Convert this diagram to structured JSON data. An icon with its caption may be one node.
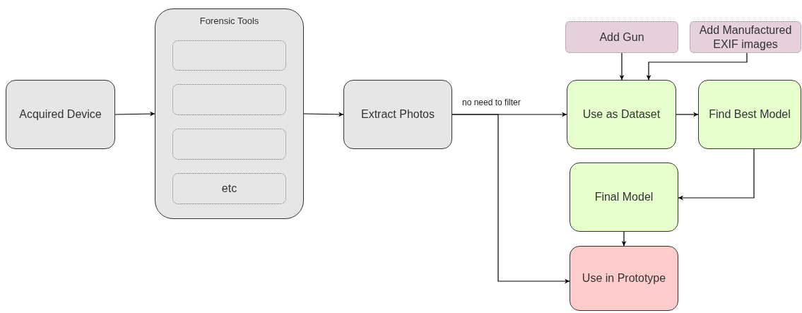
{
  "diagram": {
    "nodes": [
      {
        "text": [
          "Acquired Device"
        ]
      },
      {
        "text": [
          "Forensic Tools"
        ]
      },
      {
        "text": [],
        "shape": "box",
        "in": 1
      },
      {
        "text": [],
        "shape": "box",
        "in": 1
      },
      {
        "text": [],
        "shape": "box",
        "in": 1
      },
      {
        "text": [
          "etc"
        ],
        "in": 1
      },
      {
        "text": [
          "Extract Photos"
        ]
      },
      {
        "text": [
          "Add Gun"
        ]
      },
      {
        "text": [
          "Add Manufactured EXIF images"
        ]
      },
      {
        "text": [
          "Use as Dataset"
        ]
      },
      {
        "text": [
          "Find Best Model"
        ]
      },
      {
        "text": [
          "Final Model"
        ]
      },
      {
        "text": [
          "Use in Prototype"
        ]
      }
    ],
    "edges": [
      {
        "from": 0,
        "to": 1,
        "arrow": "to"
      },
      {
        "from": 1,
        "to": 6,
        "arrow": "to"
      },
      {
        "from": 6,
        "to": 9,
        "arrow": "to",
        "label": "no need to filter"
      },
      {
        "from": 6,
        "to": 12,
        "arrow": "to"
      },
      {
        "from": 7,
        "to": 9,
        "arrow": "to"
      },
      {
        "from": 8,
        "to": 9,
        "arrow": "to"
      },
      {
        "from": 9,
        "to": 10,
        "arrow": "to"
      },
      {
        "from": 10,
        "to": 11,
        "arrow": "to"
      },
      {
        "from": 11,
        "to": 12,
        "arrow": "to"
      }
    ]
  }
}
